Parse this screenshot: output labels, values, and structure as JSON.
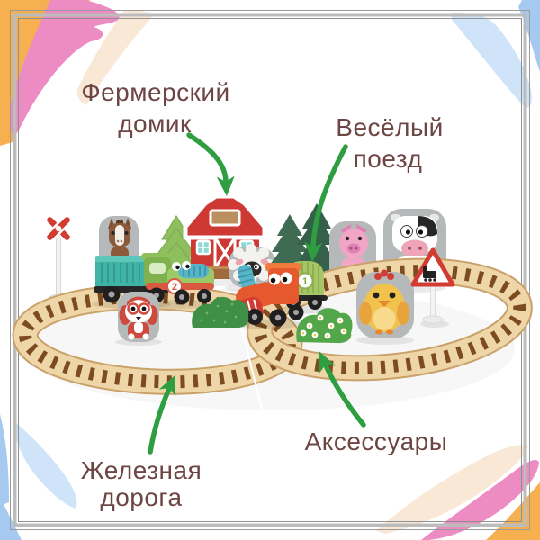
{
  "annotations": {
    "text_color": "#6d4644",
    "arrow_color": "#2e9e40",
    "labels": {
      "farmhouse": {
        "line1": "Фермерский",
        "line2": "домик"
      },
      "train": {
        "line1": "Весёлый",
        "line2": "поезд"
      },
      "railway": {
        "line1": "Железная",
        "line2": "дорога"
      },
      "accessories": {
        "line1": "Аксессуары"
      }
    }
  },
  "scene": {
    "locomotive_number": "2",
    "wagon_number": "1",
    "items": [
      "railway-crossing-signal",
      "horse-figure",
      "light-pine-tree",
      "farm-barn",
      "sheep-figure",
      "dark-pine-trees",
      "pig-figure",
      "cow-figure",
      "figure-eight-track",
      "container-wagon-teal",
      "green-locomotive",
      "orange-locomotive",
      "covered-wagon-green",
      "dog-figure",
      "chick-figure",
      "train-warning-sign",
      "plain-bush",
      "flower-bush"
    ]
  },
  "palette": {
    "barn_red": "#ce3a33",
    "signal_red": "#d23b31",
    "track_wood": "#eed6a9",
    "track_rim": "#c9a169",
    "track_tie_brown": "#7c4b1f",
    "stone_gray": "#b5b9b9",
    "teal_wagon": "#3fb3a5",
    "loco_green": "#9cc968",
    "loco_orange": "#e6582e",
    "wagon_green": "#a6c566",
    "brush_pink": "#ed8cc2",
    "brush_orange": "#f6b04f",
    "brush_cream": "#fae8d7",
    "brush_blue": "#cfe4f8",
    "brush_blue_deep": "#a5c9ef"
  },
  "frame": {
    "outer": "#9a9a9a",
    "band": "#bcbcbc",
    "inner": "#8f8f8f"
  }
}
